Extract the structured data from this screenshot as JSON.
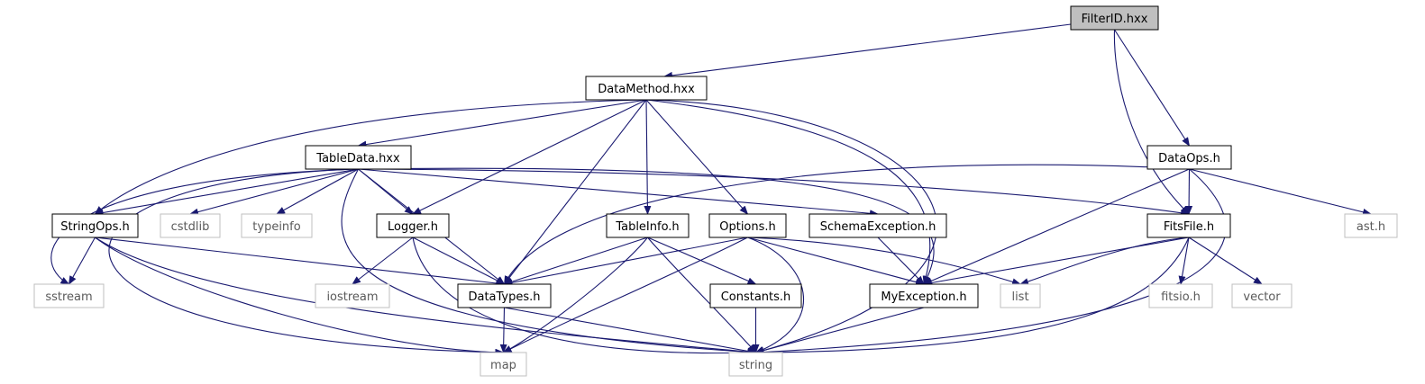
{
  "colors": {
    "edge": "#191970",
    "root_fill": "#bfbfbf",
    "internal_border": "#000000",
    "external_border": "#bfbfbf",
    "background": "#ffffff"
  },
  "nodes": [
    {
      "id": "FilterID",
      "label": "FilterID.hxx",
      "kind": "root"
    },
    {
      "id": "DataMethod",
      "label": "DataMethod.hxx",
      "kind": "internal"
    },
    {
      "id": "DataOps",
      "label": "DataOps.h",
      "kind": "internal"
    },
    {
      "id": "TableData",
      "label": "TableData.hxx",
      "kind": "internal"
    },
    {
      "id": "StringOps",
      "label": "StringOps.h",
      "kind": "internal"
    },
    {
      "id": "cstdlib",
      "label": "cstdlib",
      "kind": "external"
    },
    {
      "id": "typeinfo",
      "label": "typeinfo",
      "kind": "external"
    },
    {
      "id": "Logger",
      "label": "Logger.h",
      "kind": "internal"
    },
    {
      "id": "TableInfo",
      "label": "TableInfo.h",
      "kind": "internal"
    },
    {
      "id": "Options",
      "label": "Options.h",
      "kind": "internal"
    },
    {
      "id": "SchemaException",
      "label": "SchemaException.h",
      "kind": "internal"
    },
    {
      "id": "FitsFile",
      "label": "FitsFile.h",
      "kind": "internal"
    },
    {
      "id": "ast",
      "label": "ast.h",
      "kind": "external"
    },
    {
      "id": "sstream",
      "label": "sstream",
      "kind": "external"
    },
    {
      "id": "iostream",
      "label": "iostream",
      "kind": "external"
    },
    {
      "id": "DataTypes",
      "label": "DataTypes.h",
      "kind": "internal"
    },
    {
      "id": "Constants",
      "label": "Constants.h",
      "kind": "internal"
    },
    {
      "id": "MyException",
      "label": "MyException.h",
      "kind": "internal"
    },
    {
      "id": "list",
      "label": "list",
      "kind": "external"
    },
    {
      "id": "fitsio",
      "label": "fitsio.h",
      "kind": "external"
    },
    {
      "id": "vector",
      "label": "vector",
      "kind": "external"
    },
    {
      "id": "map",
      "label": "map",
      "kind": "external"
    },
    {
      "id": "string",
      "label": "string",
      "kind": "external"
    }
  ],
  "edges": [
    {
      "from": "FilterID",
      "to": "DataMethod"
    },
    {
      "from": "FilterID",
      "to": "DataOps"
    },
    {
      "from": "FilterID",
      "to": "FitsFile"
    },
    {
      "from": "DataMethod",
      "to": "TableData"
    },
    {
      "from": "DataMethod",
      "to": "StringOps"
    },
    {
      "from": "DataMethod",
      "to": "Logger"
    },
    {
      "from": "DataMethod",
      "to": "DataTypes"
    },
    {
      "from": "DataMethod",
      "to": "TableInfo"
    },
    {
      "from": "DataMethod",
      "to": "Options"
    },
    {
      "from": "DataMethod",
      "to": "MyException"
    },
    {
      "from": "DataMethod",
      "to": "string"
    },
    {
      "from": "TableData",
      "to": "StringOps"
    },
    {
      "from": "TableData",
      "to": "sstream"
    },
    {
      "from": "TableData",
      "to": "map"
    },
    {
      "from": "TableData",
      "to": "cstdlib"
    },
    {
      "from": "TableData",
      "to": "typeinfo"
    },
    {
      "from": "TableData",
      "to": "Logger"
    },
    {
      "from": "TableData",
      "to": "DataTypes"
    },
    {
      "from": "TableData",
      "to": "string"
    },
    {
      "from": "TableData",
      "to": "SchemaException"
    },
    {
      "from": "TableData",
      "to": "MyException"
    },
    {
      "from": "TableData",
      "to": "FitsFile"
    },
    {
      "from": "DataOps",
      "to": "FitsFile"
    },
    {
      "from": "DataOps",
      "to": "DataTypes"
    },
    {
      "from": "DataOps",
      "to": "MyException"
    },
    {
      "from": "DataOps",
      "to": "ast"
    },
    {
      "from": "DataOps",
      "to": "string"
    },
    {
      "from": "StringOps",
      "to": "sstream"
    },
    {
      "from": "StringOps",
      "to": "DataTypes"
    },
    {
      "from": "StringOps",
      "to": "map"
    },
    {
      "from": "StringOps",
      "to": "string"
    },
    {
      "from": "Logger",
      "to": "iostream"
    },
    {
      "from": "Logger",
      "to": "DataTypes"
    },
    {
      "from": "Logger",
      "to": "string"
    },
    {
      "from": "TableInfo",
      "to": "DataTypes"
    },
    {
      "from": "TableInfo",
      "to": "Constants"
    },
    {
      "from": "TableInfo",
      "to": "map"
    },
    {
      "from": "TableInfo",
      "to": "string"
    },
    {
      "from": "Options",
      "to": "DataTypes"
    },
    {
      "from": "Options",
      "to": "MyException"
    },
    {
      "from": "Options",
      "to": "list"
    },
    {
      "from": "Options",
      "to": "map"
    },
    {
      "from": "Options",
      "to": "string"
    },
    {
      "from": "SchemaException",
      "to": "MyException"
    },
    {
      "from": "FitsFile",
      "to": "MyException"
    },
    {
      "from": "FitsFile",
      "to": "list"
    },
    {
      "from": "FitsFile",
      "to": "fitsio"
    },
    {
      "from": "FitsFile",
      "to": "vector"
    },
    {
      "from": "FitsFile",
      "to": "string"
    },
    {
      "from": "DataTypes",
      "to": "map"
    },
    {
      "from": "DataTypes",
      "to": "string"
    },
    {
      "from": "Constants",
      "to": "string"
    },
    {
      "from": "MyException",
      "to": "string"
    }
  ]
}
